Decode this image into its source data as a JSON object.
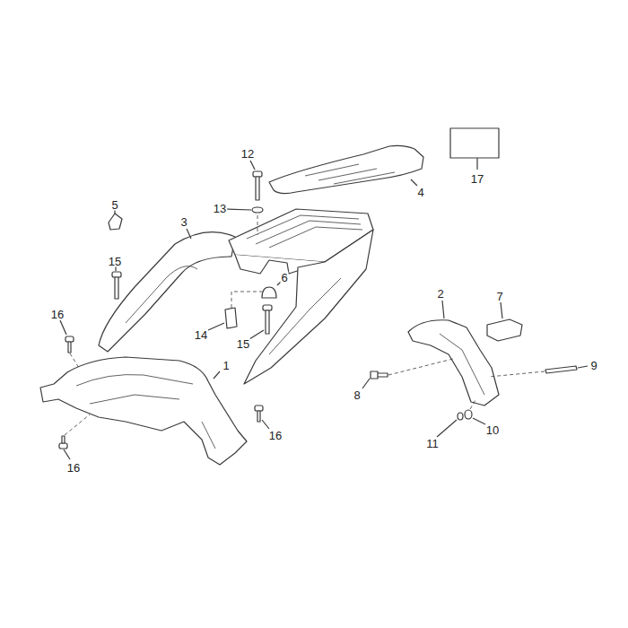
{
  "diagram": {
    "labels": [
      "12",
      "4",
      "17",
      "5",
      "13",
      "3",
      "15",
      "6",
      "7",
      "2",
      "16",
      "14",
      "15",
      "1",
      "9",
      "8",
      "16",
      "11",
      "10",
      "16"
    ]
  }
}
